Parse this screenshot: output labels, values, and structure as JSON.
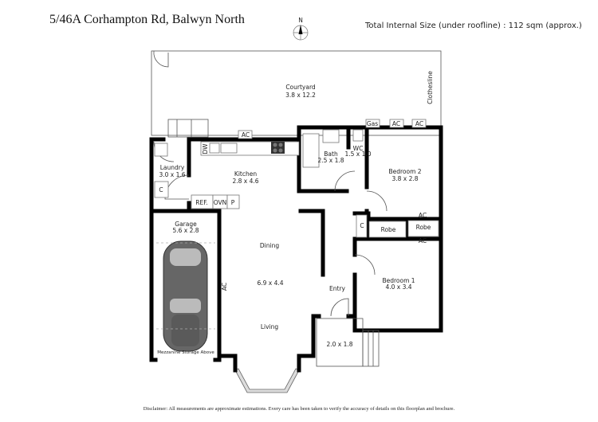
{
  "header": {
    "address": "5/46A Corhampton Rd, Balwyn North",
    "compass_label": "N",
    "total_size": "Total Internal Size (under roofline) :  112 sqm (approx.)"
  },
  "rooms": {
    "courtyard": {
      "name": "Courtyard",
      "size": "3.8 x 12.2"
    },
    "clothesline": "Clothesline",
    "laundry": {
      "name": "Laundry",
      "size": "3.0 x 1.6"
    },
    "kitchen": {
      "name": "Kitchen",
      "size": "2.8 x 4.6"
    },
    "bath": {
      "name": "Bath",
      "size": "2.5 x 1.8"
    },
    "wc": {
      "name": "WC",
      "size": "1.5 x 1.0"
    },
    "bedroom2": {
      "name": "Bedroom 2",
      "size": "3.8 x 2.8"
    },
    "garage": {
      "name": "Garage",
      "size": "5.6 x 2.8",
      "note": "Mezzanine Storage Above"
    },
    "dining": {
      "name": "Dining"
    },
    "living": {
      "name": "Living",
      "size": "6.9 x 4.4"
    },
    "entry": {
      "name": "Entry"
    },
    "bedroom1": {
      "name": "Bedroom 1",
      "size": "4.0 x 3.4"
    },
    "porch": {
      "size": "2.0 x 1.8"
    }
  },
  "fixtures": {
    "ac": "AC",
    "gas": "Gas",
    "dw": "DW",
    "ref": "REF.",
    "ovn": "OVN",
    "p": "P",
    "c": "C",
    "robe": "Robe"
  },
  "footer": {
    "disclaimer": "Disclaimer: All measurements are approximate estimations. Every care has been taken to verify the accuracy of details on this floorplan and brochure."
  }
}
